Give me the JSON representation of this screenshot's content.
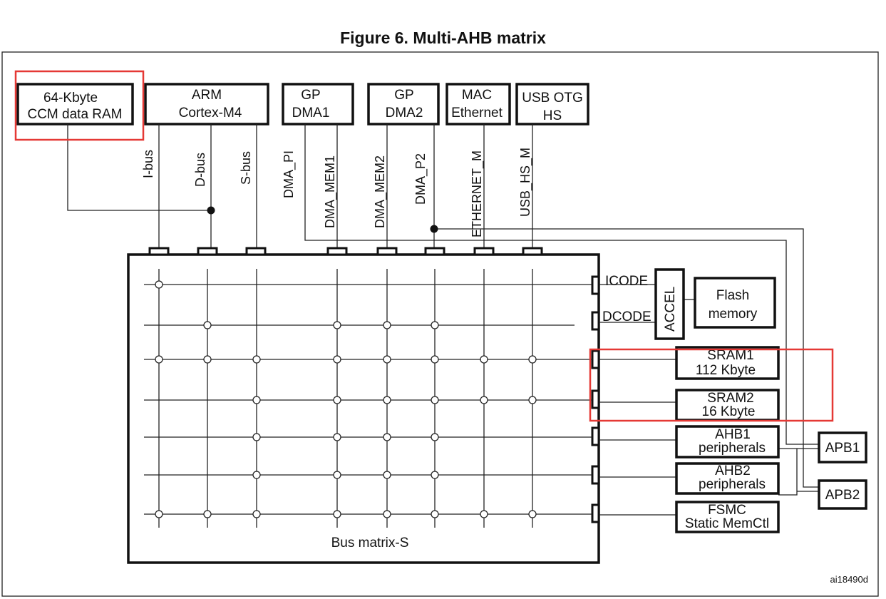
{
  "title": "Figure 6. Multi-AHB matrix",
  "figure_id": "ai18490d",
  "masters": {
    "ccm": [
      "64-Kbyte",
      "CCM data RAM"
    ],
    "cpu": [
      "ARM",
      "Cortex-M4"
    ],
    "dma1": [
      "GP",
      "DMA1"
    ],
    "dma2": [
      "GP",
      "DMA2"
    ],
    "mac": [
      "MAC",
      "Ethernet"
    ],
    "usb": [
      "USB OTG",
      "HS"
    ]
  },
  "bus_labels": [
    "I-bus",
    "D-bus",
    "S-bus",
    "DMA_PI",
    "DMA_MEM1",
    "DMA_MEM2",
    "DMA_P2",
    "ETHERNET_M",
    "USB_HS_M"
  ],
  "slave_port_labels": {
    "icode": "ICODE",
    "dcode": "DCODE"
  },
  "accel": "ACCEL",
  "slaves": {
    "flash": [
      "Flash",
      "memory"
    ],
    "sram1": [
      "SRAM1",
      "112 Kbyte"
    ],
    "sram2": [
      "SRAM2",
      "16 Kbyte"
    ],
    "ahb1": [
      "AHB1",
      "peripherals"
    ],
    "ahb2": [
      "AHB2",
      "peripherals"
    ],
    "fsmc": [
      "FSMC",
      "Static MemCtl"
    ]
  },
  "apb": {
    "apb1": "APB1",
    "apb2": "APB2"
  },
  "matrix_label": "Bus matrix-S",
  "colors": {
    "highlight": "#e53935",
    "line": "#111111"
  }
}
